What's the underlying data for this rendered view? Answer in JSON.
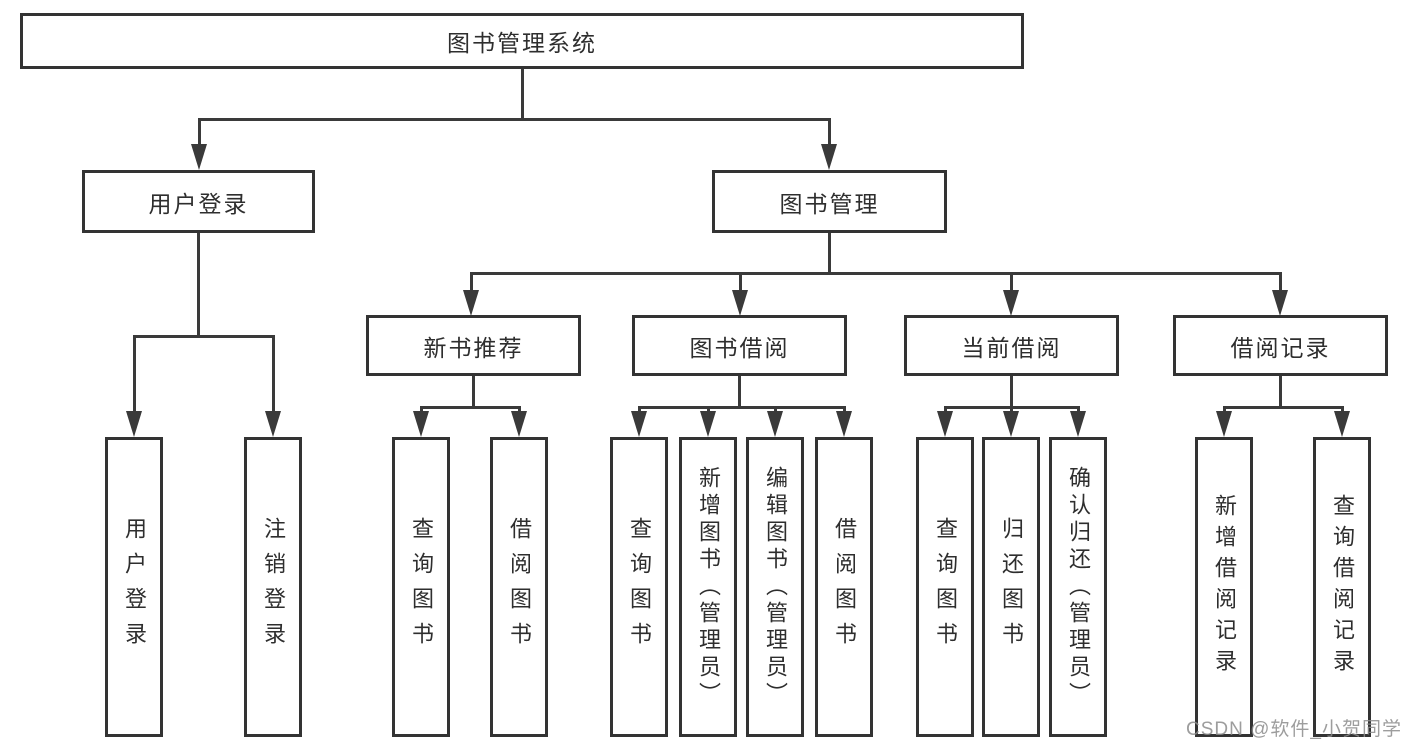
{
  "diagram_title": "图书管理系统",
  "nodes": {
    "root": "图书管理系统",
    "user_login": "用户登录",
    "book_mgmt": "图书管理",
    "new_books": "新书推荐",
    "book_borrow": "图书借阅",
    "current_borrow": "当前借阅",
    "borrow_records": "借阅记录"
  },
  "leaves": {
    "user_login": [
      "用户登录",
      "注销登录"
    ],
    "new_books": [
      "查询图书",
      "借阅图书"
    ],
    "book_borrow": [
      "查询图书",
      "新增图书（管理员）",
      "编辑图书（管理员）",
      "借阅图书"
    ],
    "current_borrow": [
      "查询图书",
      "归还图书",
      "确认归还（管理员）"
    ],
    "borrow_records": [
      "新增借阅记录",
      "查询借阅记录"
    ]
  },
  "watermark": "CSDN @软件_小贺同学",
  "colors": {
    "background": "#ffffff",
    "box_border": "#333333",
    "line": "#3a3a3a",
    "text": "#2e2e2e",
    "watermark": "#8c8c8c"
  }
}
